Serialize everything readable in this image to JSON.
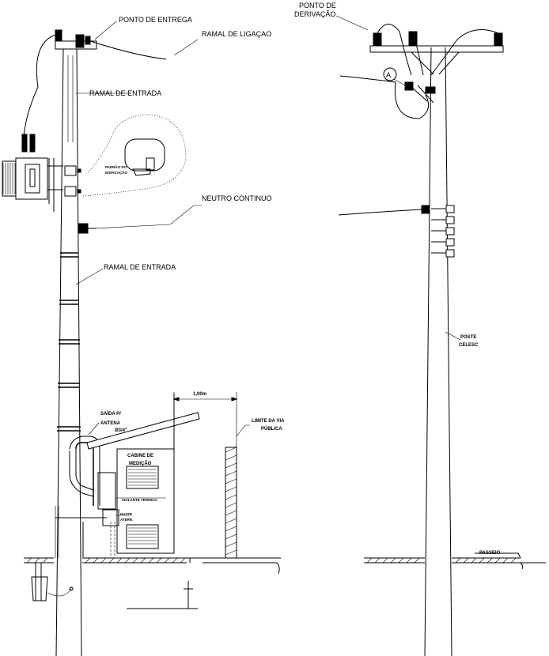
{
  "labels": {
    "ponto_entrega": "PONTO DE ENTREGA",
    "ramal_ligacao": "RAMAL DE LIGAÇAO",
    "ramal_entrada_top": "RAMAL DE ENTRADA",
    "padrao_line1": "PADRÃO DO",
    "padrao_line2": "EDIFICAÇÃO",
    "neutro_continuo": "NEUTRO CONTINUO",
    "ramal_entrada_mid": "RAMAL DE ENTRADA",
    "saida_line1": "SAÍDA P/",
    "saida_line2": "ANTENA",
    "saida_line3": "Ø3/4\"",
    "dimension": "1,00m",
    "limite_line1": "LIMITE DA VIA",
    "limite_line2": "PÚBLICA",
    "cabine_line1": "CABINE DE",
    "cabine_line2": "MEDIÇÃO",
    "isolante": "ISOLANTE TÉRMICO",
    "haste_line1": "HASTE",
    "haste_line2": "ATERR.",
    "ponto_derivacao_line1": "PONTO DE",
    "ponto_derivacao_line2": "DERIVAÇÃO",
    "marker_a": "A",
    "poste_line1": "POSTE",
    "poste_line2": "CELESC",
    "passeio": "PASSEIO"
  }
}
